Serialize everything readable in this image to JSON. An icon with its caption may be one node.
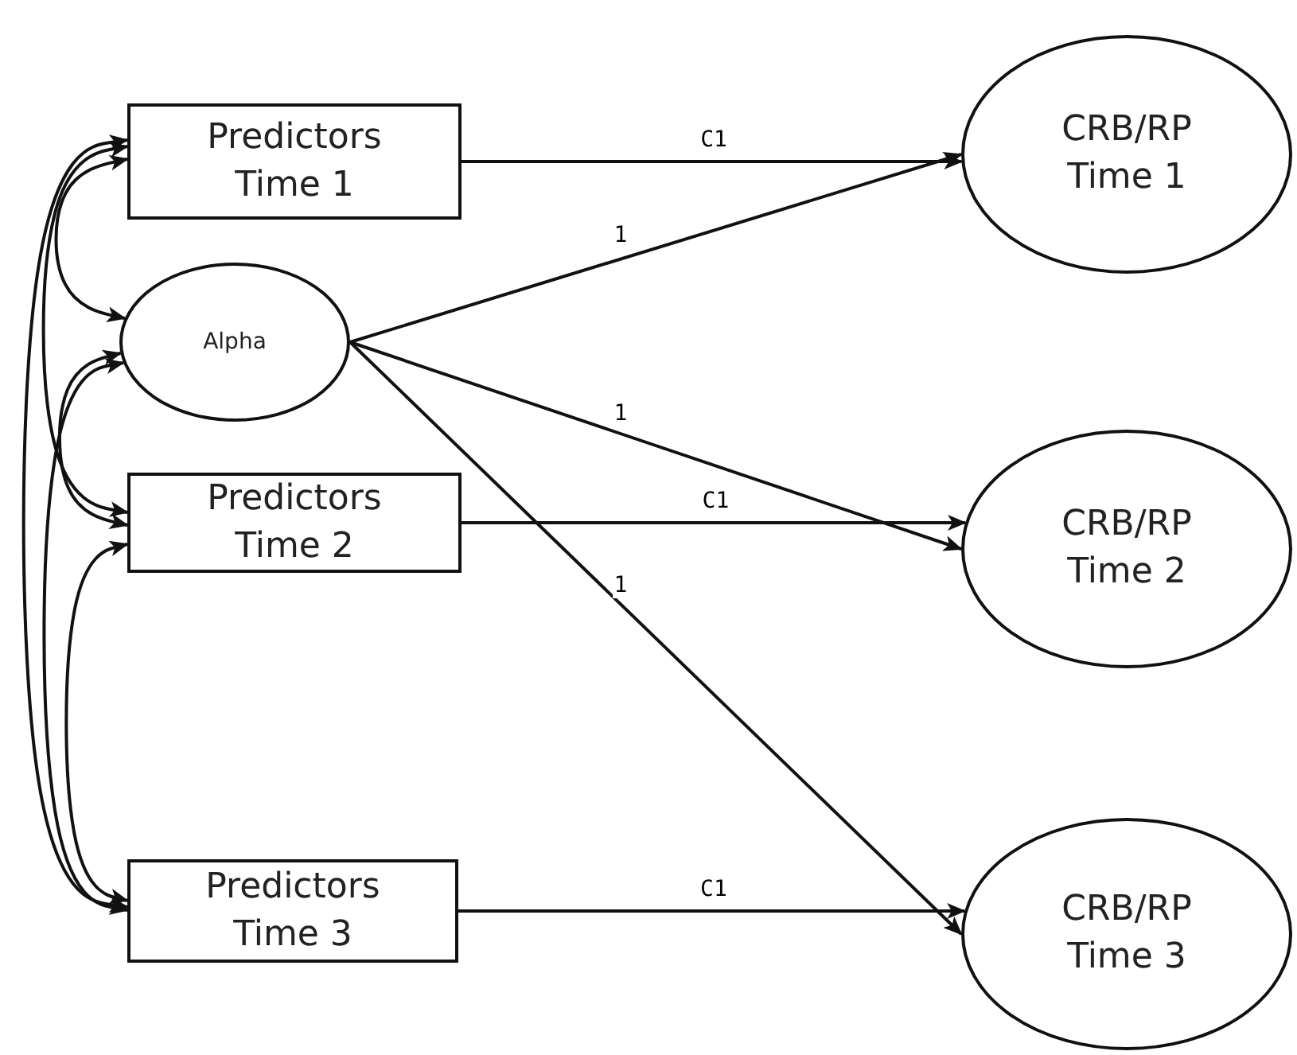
{
  "diagram": {
    "nodes": [
      {
        "text": [
          "Predictors Time 1"
        ]
      },
      {
        "text": [
          "Alpha"
        ]
      },
      {
        "text": [
          "Predictors Time 2"
        ]
      },
      {
        "text": [
          "Predictors Time 3"
        ]
      },
      {
        "text": [
          "CRB/RP Time 1"
        ]
      },
      {
        "text": [
          "CRB/RP Time 2"
        ]
      },
      {
        "text": [
          "CRB/RP Time 3"
        ]
      }
    ],
    "edges": [
      {
        "from": 0,
        "to": 4,
        "arrow": "to",
        "label": "C1"
      },
      {
        "from": 1,
        "to": 4,
        "arrow": "to",
        "label": "1"
      },
      {
        "from": 1,
        "to": 5,
        "arrow": "to",
        "label": "1"
      },
      {
        "from": 1,
        "to": 6,
        "arrow": "to",
        "label": "1"
      },
      {
        "from": 2,
        "to": 5,
        "arrow": "to",
        "label": "C1"
      },
      {
        "from": 3,
        "to": 6,
        "arrow": "to",
        "label": "C1"
      },
      {
        "from": 0,
        "to": 1,
        "arrow": "both"
      },
      {
        "from": 0,
        "to": 2,
        "arrow": "both"
      },
      {
        "from": 0,
        "to": 3,
        "arrow": "both"
      },
      {
        "from": 1,
        "to": 2,
        "arrow": "both"
      },
      {
        "from": 1,
        "to": 3,
        "arrow": "both"
      },
      {
        "from": 2,
        "to": 3,
        "arrow": "both"
      }
    ]
  }
}
